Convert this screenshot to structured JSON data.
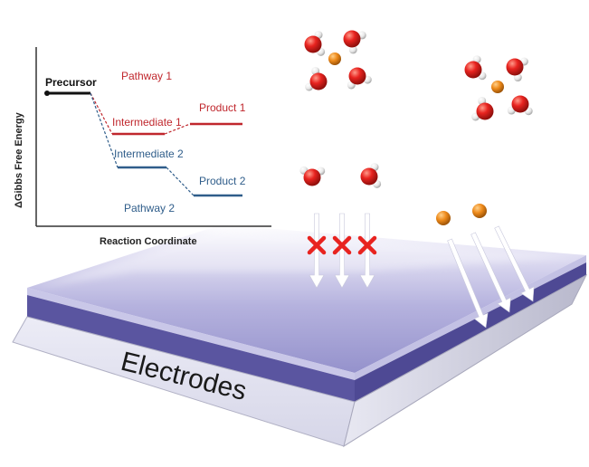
{
  "energy_diagram": {
    "y_axis_label": "ΔGibbs Free Energy",
    "x_axis_label": "Reaction Coordinate",
    "precursor_label": "Precursor",
    "pathway1_label": "Pathway 1",
    "pathway2_label": "Pathway 2",
    "intermediate1_label": "Intermediate 1",
    "intermediate2_label": "Intermediate 2",
    "product1_label": "Product 1",
    "product2_label": "Product 2",
    "pathway1_color": "#c0272d",
    "pathway2_color": "#2f5d8a"
  },
  "electrode": {
    "label": "Electrodes",
    "surface_color": "#9a97cf",
    "band_color": "#5a55a0",
    "base_color": "#e4e4f2"
  },
  "molecules": {
    "oxygen_color": "#e8231f",
    "hydrogen_color": "#eeeeee",
    "ion_color": "#ee8a1a"
  },
  "arrows": {
    "blocked_marker": "red-x-icon",
    "blocked_color": "#e8231f",
    "arrow_color": "#ffffff"
  }
}
